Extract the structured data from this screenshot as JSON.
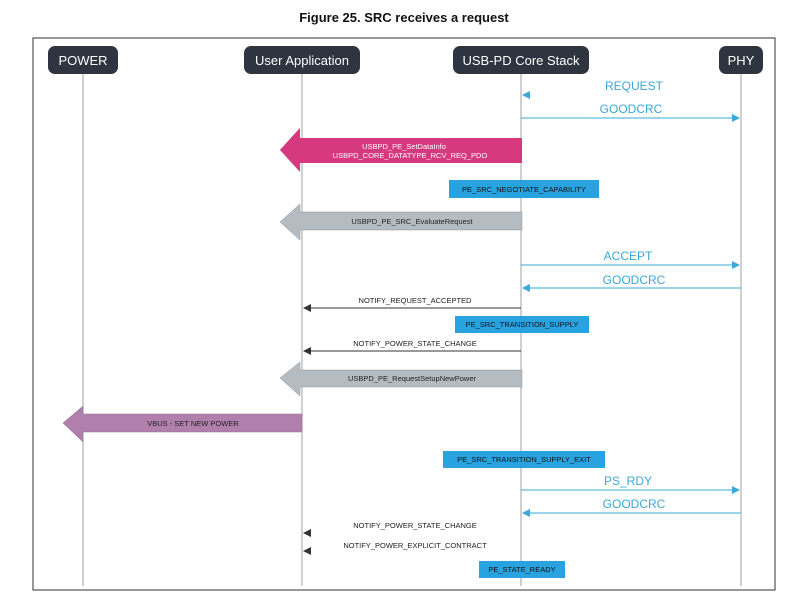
{
  "figure": {
    "title": "Figure 25. SRC receives a request"
  },
  "participants": [
    {
      "id": "power",
      "label": "POWER"
    },
    {
      "id": "app",
      "label": "User Application"
    },
    {
      "id": "stack",
      "label": "USB-PD Core Stack"
    },
    {
      "id": "phy",
      "label": "PHY"
    }
  ],
  "messages": {
    "request": "REQUEST",
    "goodcrc_1": "GOODCRC",
    "accept": "ACCEPT",
    "goodcrc_2": "GOODCRC",
    "notify_request_accepted": "NOTIFY_REQUEST_ACCEPTED",
    "notify_power_state_change_1": "NOTIFY_POWER_STATE_CHANGE",
    "ps_rdy": "PS_RDY",
    "goodcrc_3": "GOODCRC",
    "notify_power_state_change_2": "NOTIFY_POWER_STATE_CHANGE",
    "notify_power_explicit_contract": "NOTIFY_POWER_EXPLICIT_CONTRACT"
  },
  "banners": {
    "set_data_info_line1": "USBPD_PE_SetDataInfo",
    "set_data_info_line2": "USBPD_CORE_DATATYPE_RCV_REQ_PDO",
    "evaluate_request": "USBPD_PE_SRC_EvaluateRequest",
    "request_setup_new_power": "USBPD_PE_RequestSetupNewPower",
    "vbus_set_new_power": "VBUS - SET NEW POWER"
  },
  "states": {
    "negotiate_capability": "PE_SRC_NEGOTIATE_CAPABILITY",
    "transition_supply": "PE_SRC_TRANSITION_SUPPLY",
    "transition_supply_exit": "PE_SRC_TRANSITION_SUPPLY_EXIT",
    "state_ready": "PE_STATE_READY"
  },
  "colors": {
    "participant_box": "#2e3440",
    "lifeline": "#a0a0a0",
    "phy_message": "#3aa8d8",
    "state_box": "#29a3e0",
    "set_data_info_banner": "#d6397e",
    "grey_banner": "#b4bcc2",
    "vbus_banner": "#b07fac",
    "notify_arrow": "#333333"
  }
}
